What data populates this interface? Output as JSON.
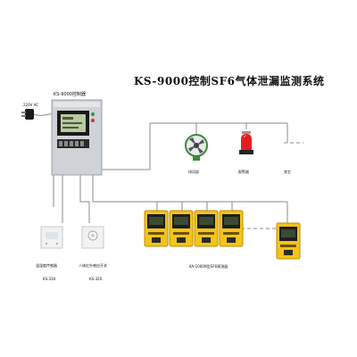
{
  "title": "KS-9000控制SF6气体泄漏监测系统",
  "controller": {
    "label": "KS-9000控制器"
  },
  "power": {
    "label": "220V AC"
  },
  "outputs": [
    {
      "label": "排风扇",
      "icon": "exhaust-fan-icon"
    },
    {
      "label": "报警器",
      "icon": "alarm-light-icon"
    },
    {
      "label": "其它"
    }
  ],
  "sensors": {
    "temp_humidity": {
      "label": "温湿度传感器",
      "model": "KS-330"
    },
    "infrared_switch": {
      "label": "人体红外感应开关",
      "model": "KS-320"
    }
  },
  "detectors": {
    "count": 5,
    "label": "KA-1000N型SF6探测器"
  },
  "colors": {
    "wire": "#808080",
    "detector_body": "#f4c418",
    "alarm_red": "#e02020",
    "fan_green": "#3a8a3a"
  }
}
